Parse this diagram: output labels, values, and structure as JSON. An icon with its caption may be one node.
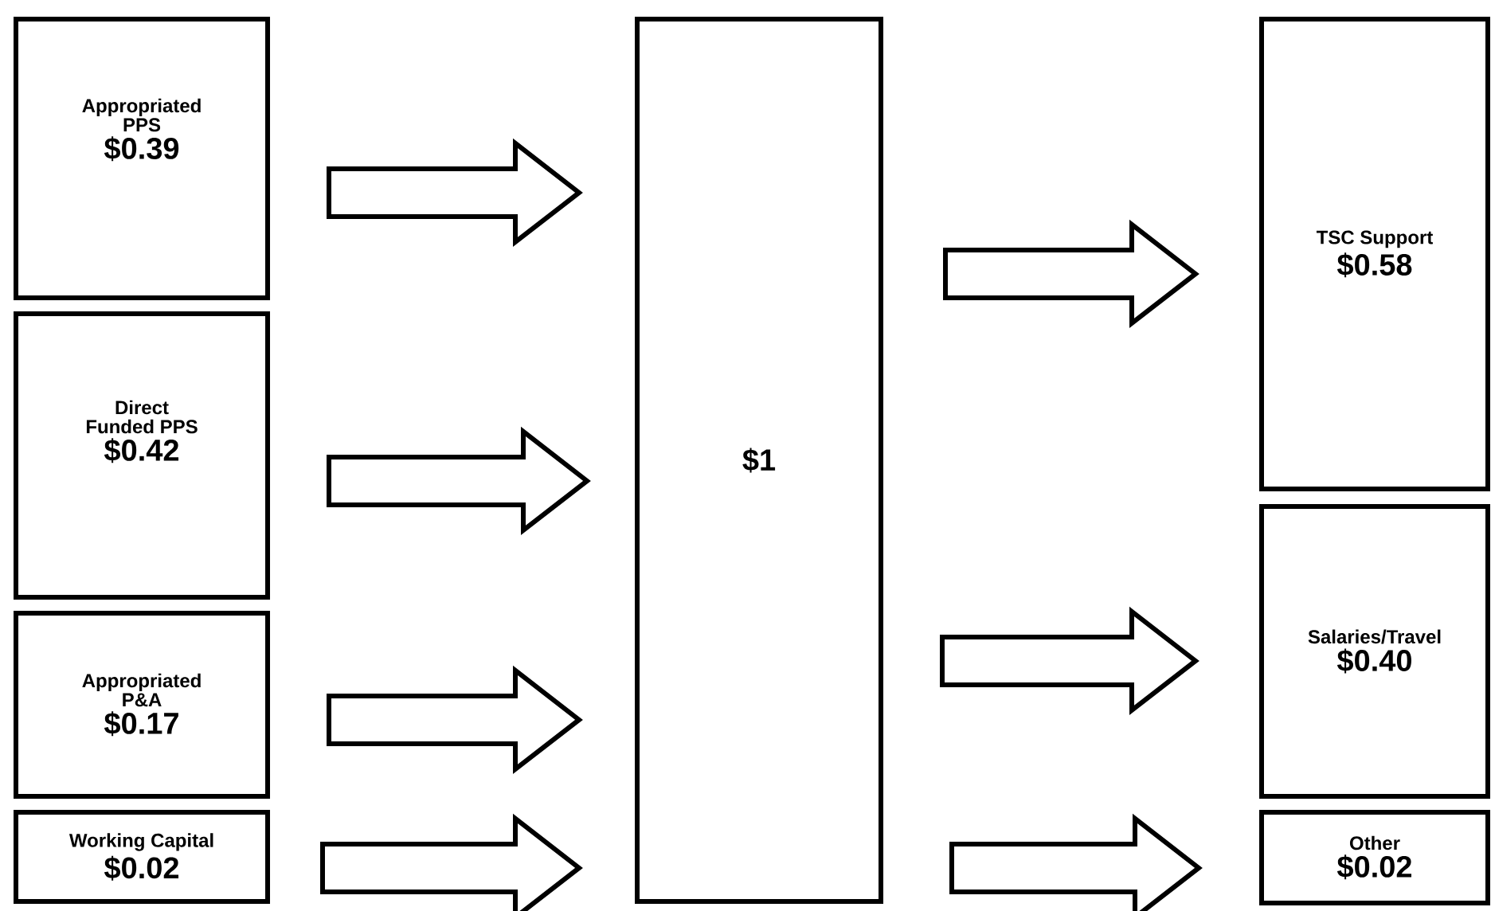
{
  "diagram": {
    "nodes": [
      {
        "text": [
          "Appropriated PPS",
          "$0.39"
        ]
      },
      {
        "text": [
          "Direct Funded PPS",
          "$0.42"
        ]
      },
      {
        "text": [
          "Appropriated P&A",
          "$0.17"
        ]
      },
      {
        "text": [
          "Working Capital",
          "$0.02"
        ]
      },
      {
        "text": [
          "$1"
        ]
      },
      {
        "text": [
          "TSC Support",
          "$0.58"
        ]
      },
      {
        "text": [
          "Salaries/Travel",
          "$0.40"
        ]
      },
      {
        "text": [
          "Other",
          "$0.02"
        ]
      }
    ],
    "edges": [
      {
        "from": 0,
        "to": 4,
        "arrow": "to"
      },
      {
        "from": 1,
        "to": 4,
        "arrow": "to"
      },
      {
        "from": 2,
        "to": 4,
        "arrow": "to"
      },
      {
        "from": 3,
        "to": 4,
        "arrow": "to"
      },
      {
        "from": 4,
        "to": 5,
        "arrow": "to"
      },
      {
        "from": 4,
        "to": 6,
        "arrow": "to"
      },
      {
        "from": 4,
        "to": 7,
        "arrow": "to"
      }
    ]
  }
}
